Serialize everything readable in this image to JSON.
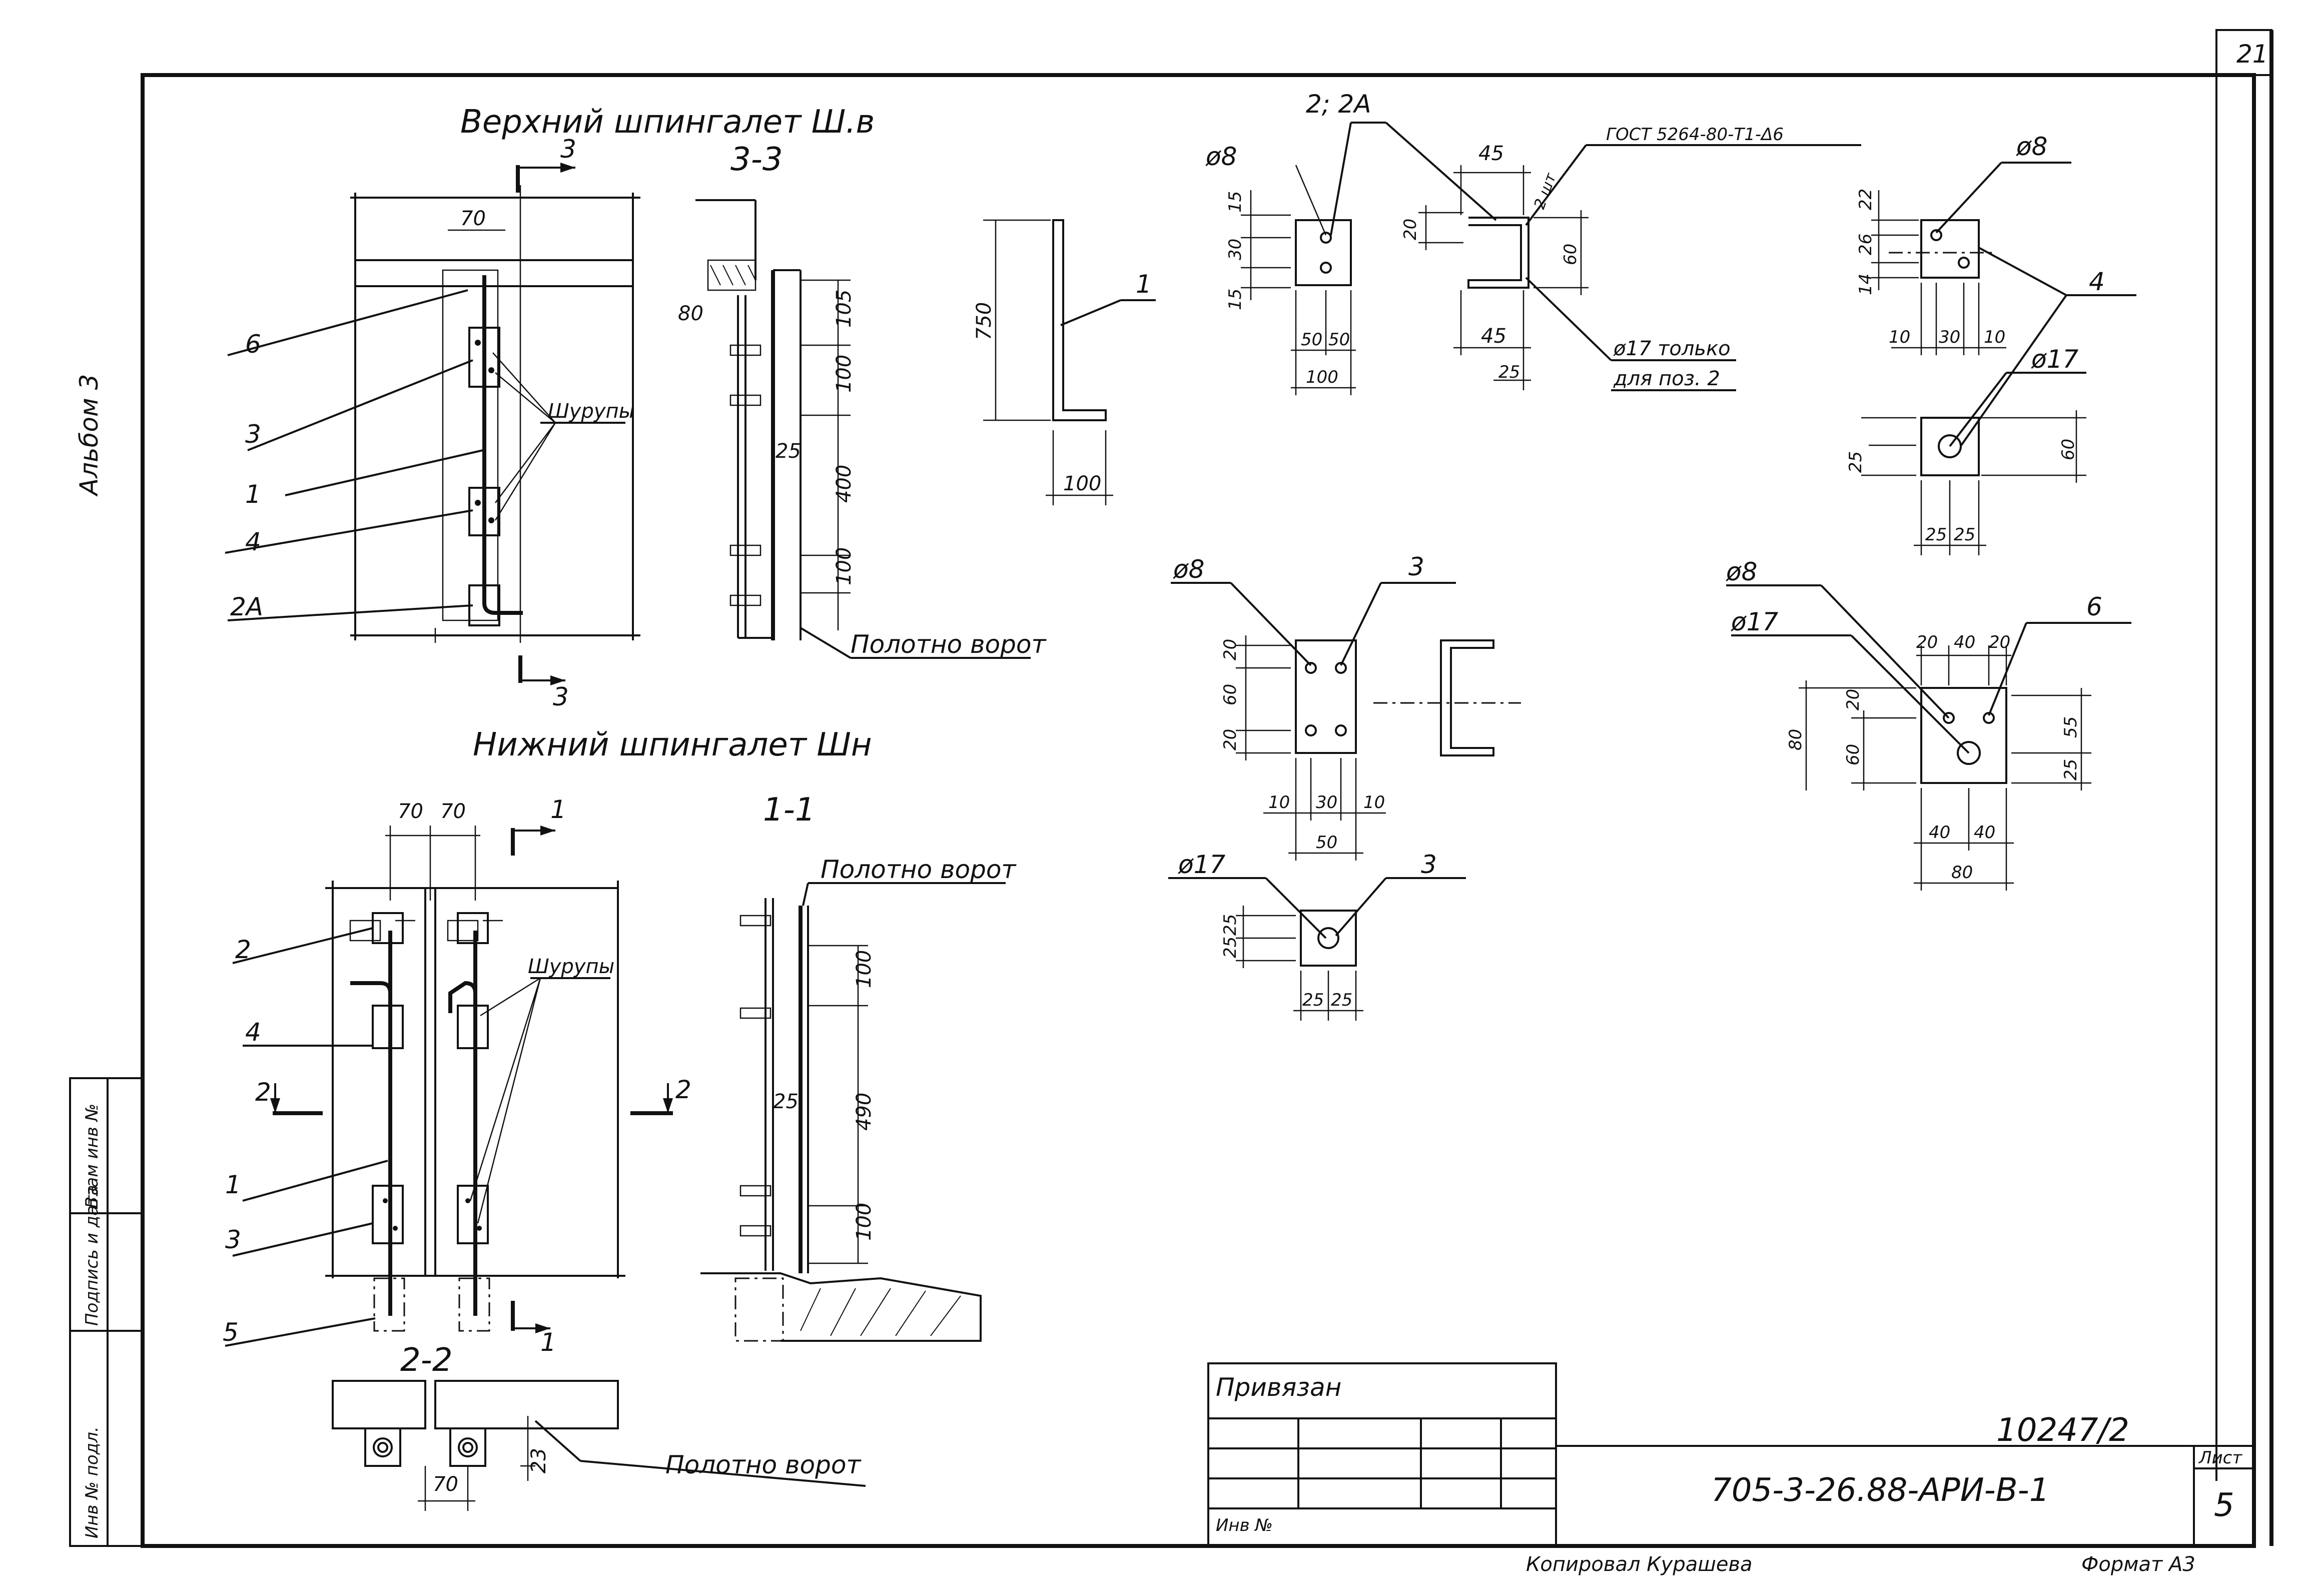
{
  "sheet": {
    "page_number": "21",
    "album": "Альбом 3",
    "format": "Формат А3",
    "copied_by": "Копировал Курашева",
    "handwritten_number": "10247/2",
    "doc_code": "705-3-26.88-АРИ-В-1",
    "sheet_label": "Лист",
    "sheet_number": "5",
    "tied_label": "Привязан",
    "inv_label": "Инв №"
  },
  "side_stamp": {
    "inv_podl": "Инв № подл.",
    "signature_date": "Подпись и дата",
    "vzam_inv": "Взам инв №"
  },
  "upper_bolt": {
    "title": "Верхний шпингалет Ш.в",
    "section_mark": "3",
    "section_title": "3-3",
    "dim_70": "70",
    "dim_80": "80",
    "dim_25": "25",
    "dims_right": [
      "105",
      "100",
      "400",
      "100"
    ],
    "callouts": [
      "6",
      "3",
      "1",
      "4",
      "2А"
    ],
    "screws": "Шурупы",
    "gate_leaf": "Полотно ворот"
  },
  "rod_detail": {
    "callout": "1",
    "height": "750",
    "foot": "100"
  },
  "lower_bolt": {
    "title": "Нижний шпингалет Шн",
    "section_mark_1": "1",
    "section_mark_2": "2",
    "section_title_1": "1-1",
    "section_title_2": "2-2",
    "dim_70a": "70",
    "dim_70b": "70",
    "dim_70c": "70",
    "dim_25": "25",
    "dim_23": "23",
    "dims_right": [
      "100",
      "490",
      "100"
    ],
    "callouts": [
      "2",
      "4",
      "1",
      "3",
      "5"
    ],
    "screws": "Шурупы",
    "gate_leaf_1": "Полотно ворот",
    "gate_leaf_2": "Полотно ворот"
  },
  "part_2": {
    "callout": "2; 2А",
    "hole_d8": "ø8",
    "dims_left": [
      "15",
      "30",
      "15"
    ],
    "dims_bottom": [
      "50",
      "50",
      "100"
    ],
    "dim_45_top": "45",
    "dim_20": "20",
    "dim_60": "60",
    "dim_45_bottom": "45",
    "dim_25": "25",
    "weld": "ГОСТ 5264-80-Т1-Δ6",
    "weld_count": "2 шт",
    "note_line_1": "ø17 только",
    "note_line_2": "для поз. 2"
  },
  "part_4": {
    "callout": "4",
    "hole_d8": "ø8",
    "hole_d17": "ø17",
    "dims_left_top": [
      "22",
      "26",
      "14"
    ],
    "dims_bottom_top": [
      "10",
      "30",
      "10"
    ],
    "dim_25_left": "25",
    "dim_60": "60",
    "dims_bottom": [
      "25",
      "25"
    ]
  },
  "part_3": {
    "callout": "3",
    "callout_2": "3",
    "hole_d8": "ø8",
    "hole_d17": "ø17",
    "dims_left": [
      "20",
      "60",
      "20"
    ],
    "dims_bottom": [
      "10",
      "30",
      "10"
    ],
    "dim_total": "50",
    "dims_left_b": [
      "25",
      "25"
    ],
    "dims_bottom_b": [
      "25",
      "25"
    ]
  },
  "part_6": {
    "callout": "6",
    "hole_d8": "ø8",
    "hole_d17": "ø17",
    "dims_top": [
      "20",
      "40",
      "20"
    ],
    "dim_20": "20",
    "dim_80": "80",
    "dim_60": "60",
    "dim_55": "55",
    "dim_25": "25",
    "dims_bottom": [
      "40",
      "40"
    ],
    "dim_total": "80"
  }
}
